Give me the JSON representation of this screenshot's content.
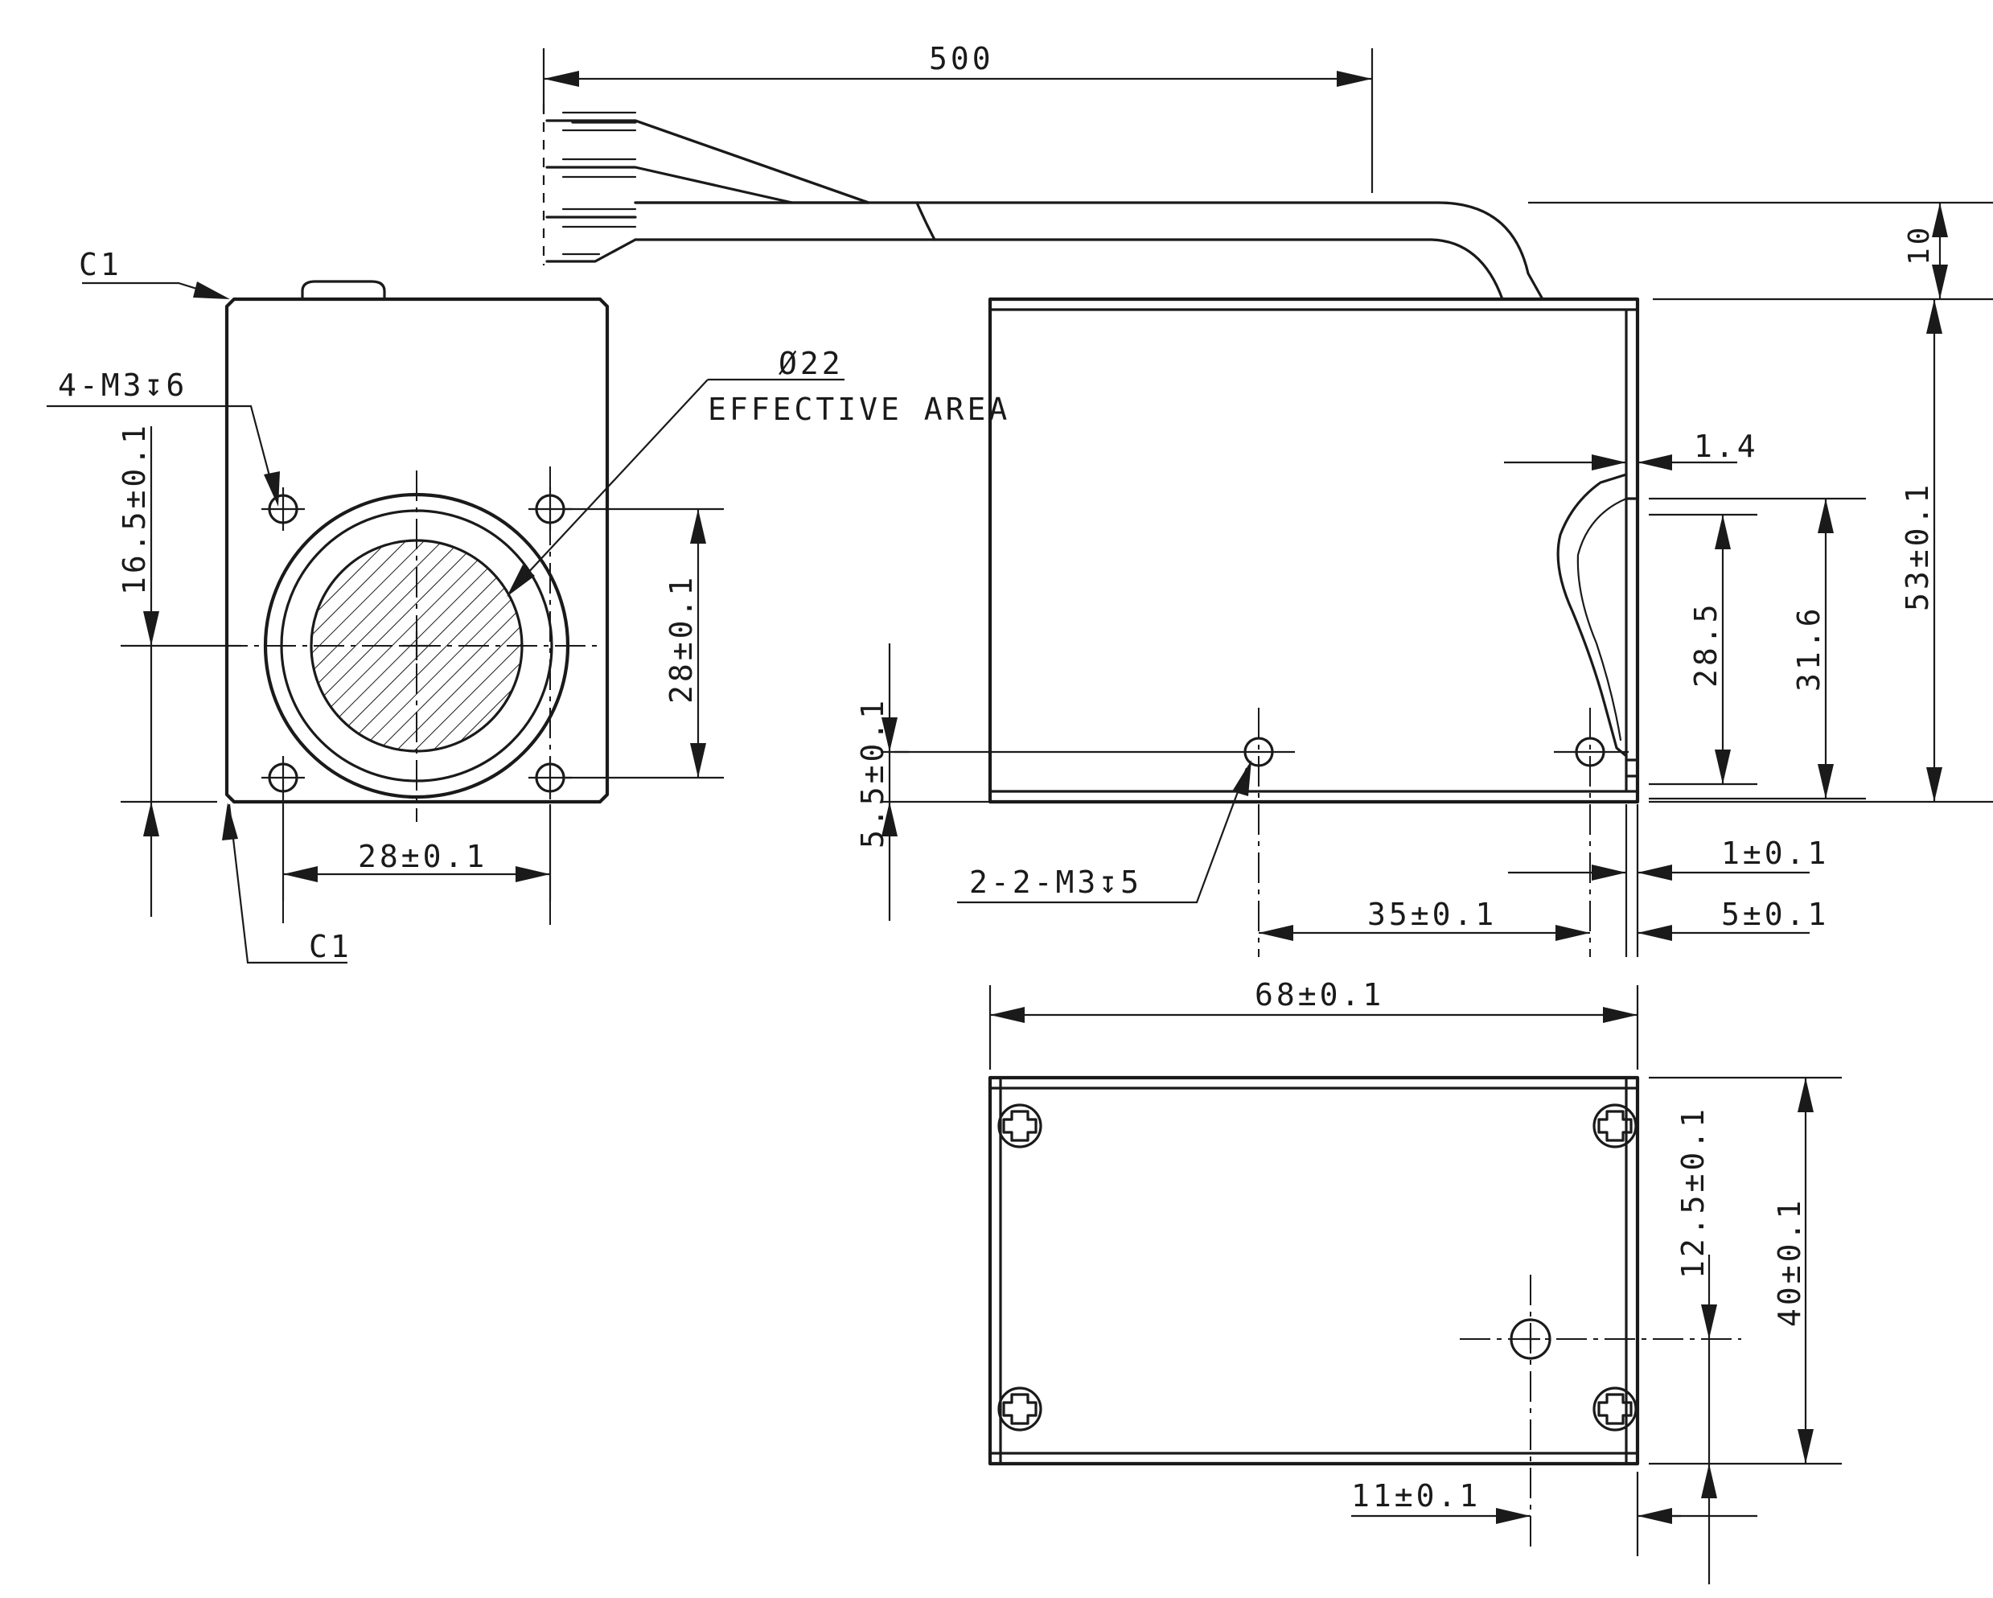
{
  "drawing": {
    "front_view": {
      "chamfer_top": "C1",
      "chamfer_bottom": "C1",
      "tapped_holes": "4-M3↧6",
      "diameter": "Ø22",
      "effective_area": "EFFECTIVE AREA",
      "dim_vertical_hole": "16.5±0.1",
      "dim_hole_pitch_v": "28±0.1",
      "dim_hole_pitch_h": "28±0.1"
    },
    "side_view": {
      "cable_length": "500",
      "cable_height": "10",
      "height": "53±0.1",
      "dim_31_6": "31.6",
      "dim_28_5": "28.5",
      "dim_1_4": "1.4",
      "dim_5_5": "5.5±0.1",
      "side_holes": "2-2-M3↧5",
      "dim_1": "1±0.1",
      "dim_35": "35±0.1",
      "dim_5": "5±0.1",
      "length": "68±0.1"
    },
    "bottom_view": {
      "width": "40±0.1",
      "dim_12_5": "12.5±0.1",
      "dim_11": "11±0.1"
    }
  }
}
